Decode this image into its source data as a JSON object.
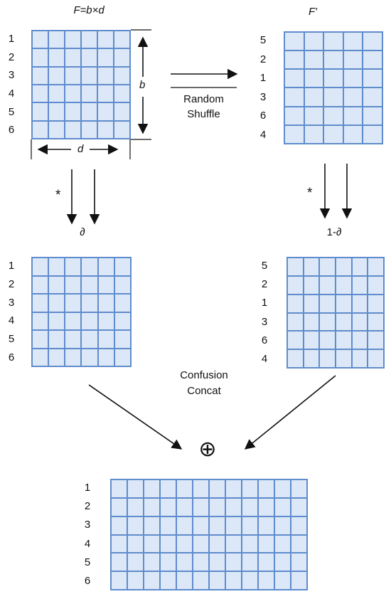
{
  "title_left": "F=b×d",
  "title_right": "F′",
  "dim_b": "b",
  "dim_d": "d",
  "shuffle_label": [
    "Random",
    "Shuffle"
  ],
  "star_left": "*",
  "star_right": "*",
  "weight_left": "∂",
  "weight_right": "1-∂",
  "concat_label": [
    "Confusion",
    "Concat"
  ],
  "oplus": "⊕",
  "grids": [
    {
      "id": "source",
      "rows": [
        "1",
        "2",
        "3",
        "4",
        "5",
        "6"
      ],
      "cols": 6
    },
    {
      "id": "shuffled",
      "rows": [
        "5",
        "2",
        "1",
        "3",
        "6",
        "4"
      ],
      "cols": 5
    },
    {
      "id": "weighted-source",
      "rows": [
        "1",
        "2",
        "3",
        "4",
        "5",
        "6"
      ],
      "cols": 6
    },
    {
      "id": "weighted-shuffled",
      "rows": [
        "5",
        "2",
        "1",
        "3",
        "6",
        "4"
      ],
      "cols": 6
    },
    {
      "id": "concatenated",
      "rows": [
        "1",
        "2",
        "3",
        "4",
        "5",
        "6"
      ],
      "cols": 12
    }
  ],
  "colors": {
    "cell_fill": "#dce8f8",
    "cell_line": "#5f8ccc",
    "arrow": "#111111"
  }
}
